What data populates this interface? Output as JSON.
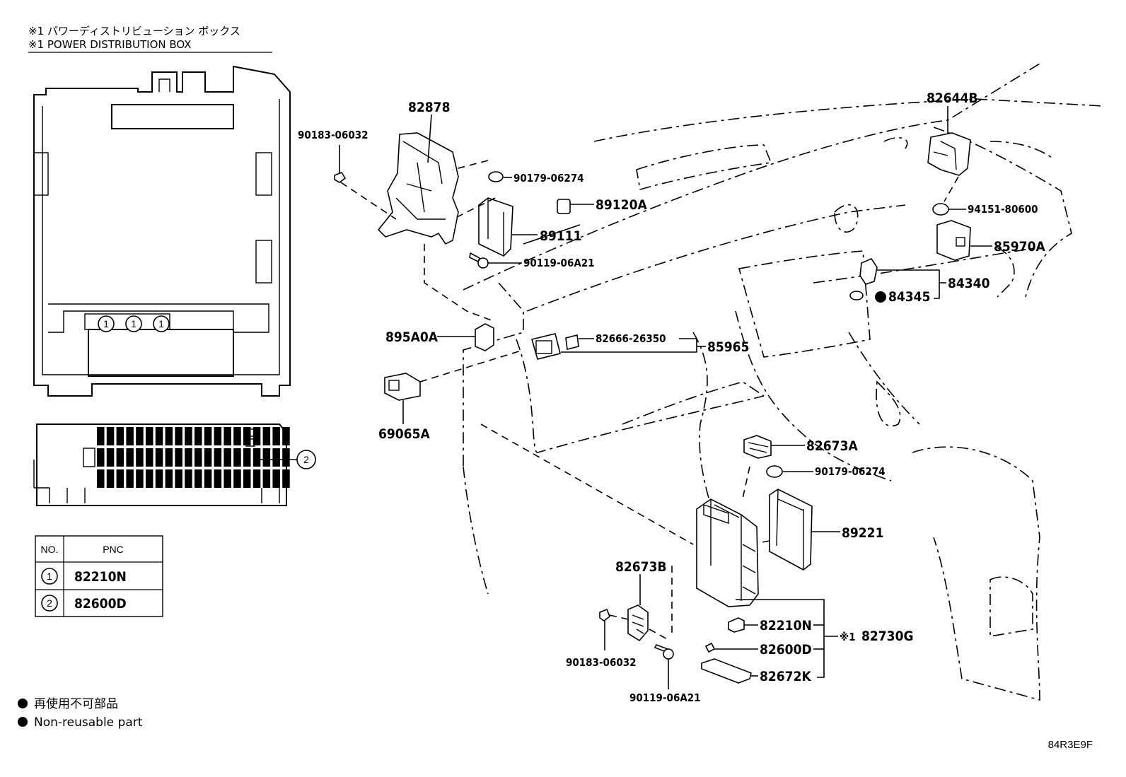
{
  "header": {
    "line_jp": "※1 パワーディストリビューション ボックス",
    "line_en": "※1 POWER DISTRIBUTION BOX"
  },
  "pdb": {
    "callout_1": "1",
    "callout_2": "2"
  },
  "table": {
    "col_no": "NO.",
    "col_pnc": "PNC",
    "rows": [
      {
        "no": "1",
        "pnc": "82210N"
      },
      {
        "no": "2",
        "pnc": "82600D"
      }
    ]
  },
  "legend": {
    "jp": "再使用不可部品",
    "en": "Non-reusable part"
  },
  "parts": {
    "p82878": "82878",
    "p90183_a": "90183-06032",
    "p90179_a": "90179-06274",
    "p89120A": "89120A",
    "p89111": "89111",
    "p90119_a": "90119-06A21",
    "p895A0A": "895A0A",
    "p82666": "82666-26350",
    "p85965": "85965",
    "p69065A": "69065A",
    "p82644B": "82644B",
    "p94151": "94151-80600",
    "p85970A": "85970A",
    "p84340": "84340",
    "p84345": "84345",
    "p82673A": "82673A",
    "p90179_b": "90179-06274",
    "p89221": "89221",
    "p82673B": "82673B",
    "p82210N": "82210N",
    "p82600D": "82600D",
    "p82672K": "82672K",
    "p82730G": "82730G",
    "p82730G_mark": "※1",
    "p90183_b": "90183-06032",
    "p90119_b": "90119-06A21"
  },
  "figure_code": "84R3E9F"
}
